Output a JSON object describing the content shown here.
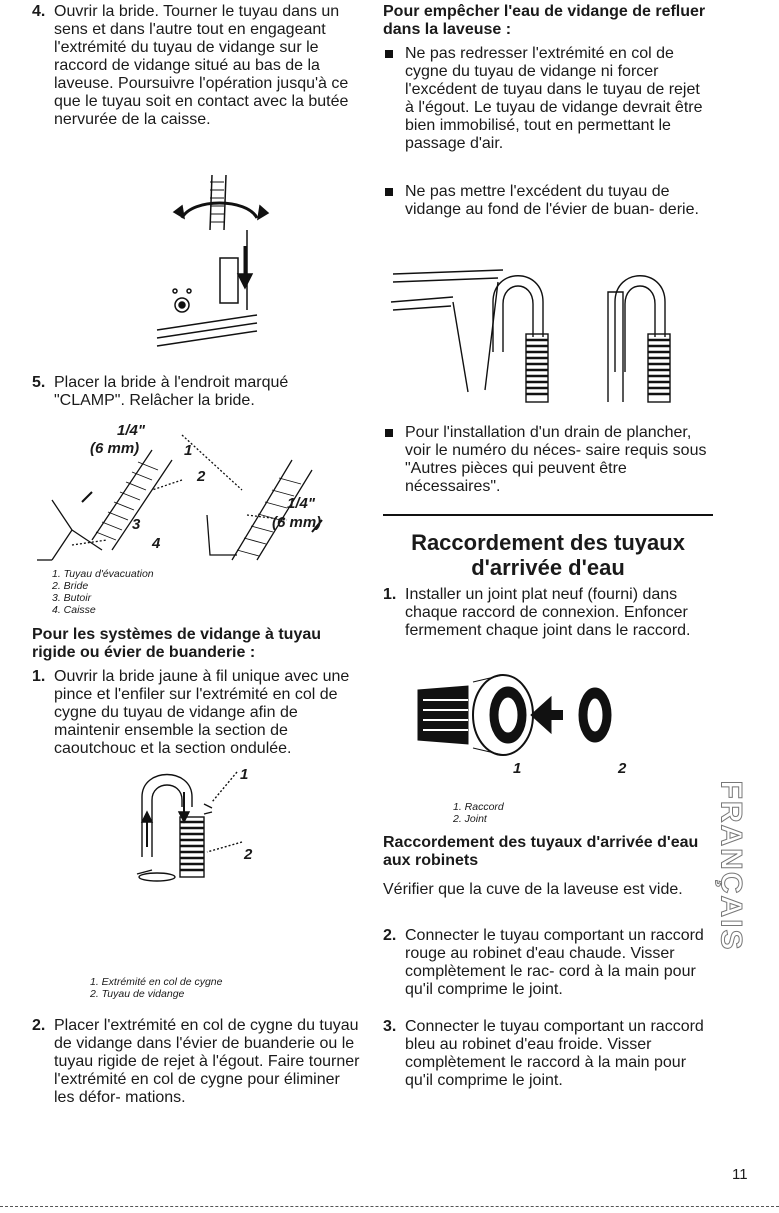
{
  "left": {
    "step4": {
      "num": "4.",
      "text": "Ouvrir la bride. Tourner le tuyau dans un sens et dans l'autre tout en engageant l'extrémité du tuyau de vidange sur le raccord de vidange situé au bas de la laveuse. Poursuivre l'opération jusqu'à ce que le tuyau soit en contact avec la butée nervurée de la caisse."
    },
    "step5": {
      "num": "5.",
      "text": "Placer la bride à l'endroit marqué \"CLAMP\". Relâcher la bride."
    },
    "clamp_figure": {
      "labels": {
        "quarter_left": "1/4\"",
        "mm_left": "(6 mm)",
        "quarter_right": "1/4\"",
        "mm_right": "(6 mm)",
        "n1": "1",
        "n2": "2",
        "n3": "3",
        "n4": "4"
      },
      "captions": [
        "1. Tuyau d'évacuation",
        "2. Bride",
        "3. Butoir",
        "4. Caisse"
      ]
    },
    "rigid_heading": "Pour les systèmes de vidange à tuyau rigide ou évier de buanderie :",
    "rigid_step1": {
      "num": "1.",
      "text": "Ouvrir la bride jaune à fil unique avec une pince et l'enfiler sur l'extrémité en col de cygne du tuyau de vidange afin de maintenir ensemble la section de caoutchouc et la section ondulée."
    },
    "gooseneck_figure": {
      "labels": {
        "n1": "1",
        "n2": "2"
      },
      "captions": [
        "1. Extrémité en col de cygne",
        "2. Tuyau de vidange"
      ]
    },
    "rigid_step2": {
      "num": "2.",
      "text": "Placer l'extrémité en col de cygne du tuyau de vidange dans l'évier de buanderie ou le tuyau rigide de rejet à l'égout. Faire tourner l'extrémité en col de cygne pour éliminer les défor- mations."
    }
  },
  "right": {
    "backflow_heading": "Pour empêcher l'eau de vidange de refluer dans la laveuse :",
    "bullets": [
      "Ne pas redresser l'extrémité en col de cygne du tuyau de vidange ni forcer l'excédent de tuyau dans le tuyau de rejet à l'égout. Le tuyau de vidange devrait être bien immobilisé, tout en permettant le passage d'air.",
      "Ne pas mettre l'excédent du tuyau de vidange au fond de l'évier de buan- derie.",
      "Pour l'installation d'un drain de plancher, voir le numéro du néces- saire requis sous \"Autres pièces qui peuvent être nécessaires\"."
    ],
    "section_title_line1": "Raccordement des tuyaux",
    "section_title_line2": "d'arrivée d'eau",
    "inlet_step1": {
      "num": "1.",
      "text": "Installer un joint plat neuf (fourni) dans chaque raccord de connexion. Enfoncer fermement chaque joint dans le raccord."
    },
    "washer_figure": {
      "labels": {
        "n1": "1",
        "n2": "2"
      },
      "captions": [
        "1. Raccord",
        "2. Joint"
      ]
    },
    "faucet_heading": "Raccordement des tuyaux d'arrivée d'eau aux robinets",
    "faucet_para": "Vérifier que la cuve de la laveuse est vide.",
    "faucet_step2": {
      "num": "2.",
      "text": "Connecter le tuyau comportant un raccord rouge au robinet d'eau chaude. Visser complètement le rac- cord à la main pour qu'il comprime le joint."
    },
    "faucet_step3": {
      "num": "3.",
      "text": "Connecter le tuyau comportant un raccord bleu au robinet d'eau froide. Visser complètement le raccord à la main pour qu'il comprime le joint."
    }
  },
  "side_tab": "FRANÇAIS",
  "page_number": "11"
}
